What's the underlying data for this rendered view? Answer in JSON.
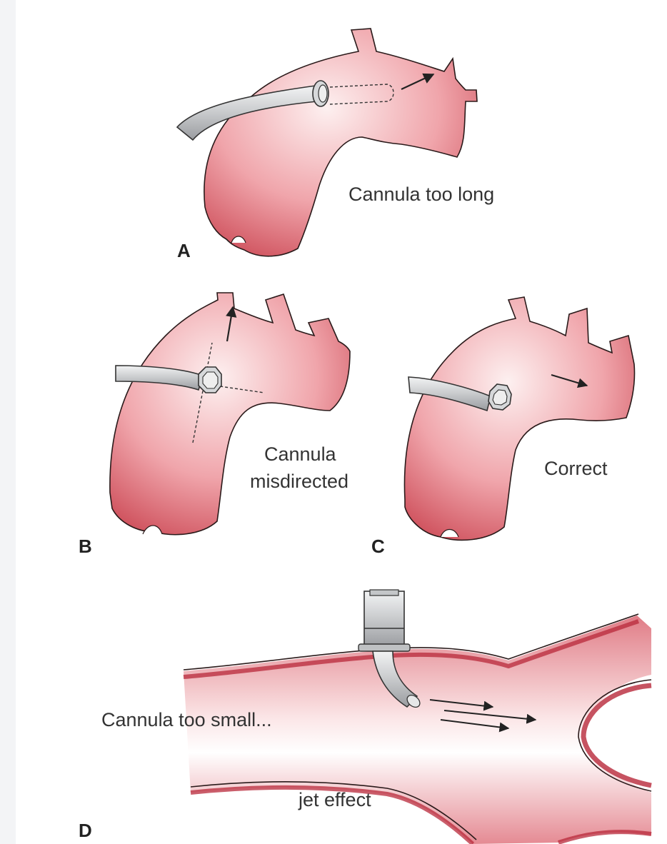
{
  "panels": {
    "a": {
      "letter": "A",
      "caption": "Cannula too long"
    },
    "b": {
      "letter": "B",
      "caption_line1": "Cannula",
      "caption_line2": "misdirected"
    },
    "c": {
      "letter": "C",
      "caption": "Correct"
    },
    "d": {
      "letter": "D",
      "caption_top": "Cannula too small...",
      "caption_bottom": "jet effect"
    }
  },
  "colors": {
    "vessel_fill_light": "#fbe3e3",
    "vessel_fill_dark": "#cc4a56",
    "vessel_outline": "#2a1a1a",
    "vessel_wall": "#b8283a",
    "cannula_fill": "#d2d4d6",
    "cannula_outline": "#333333"
  }
}
